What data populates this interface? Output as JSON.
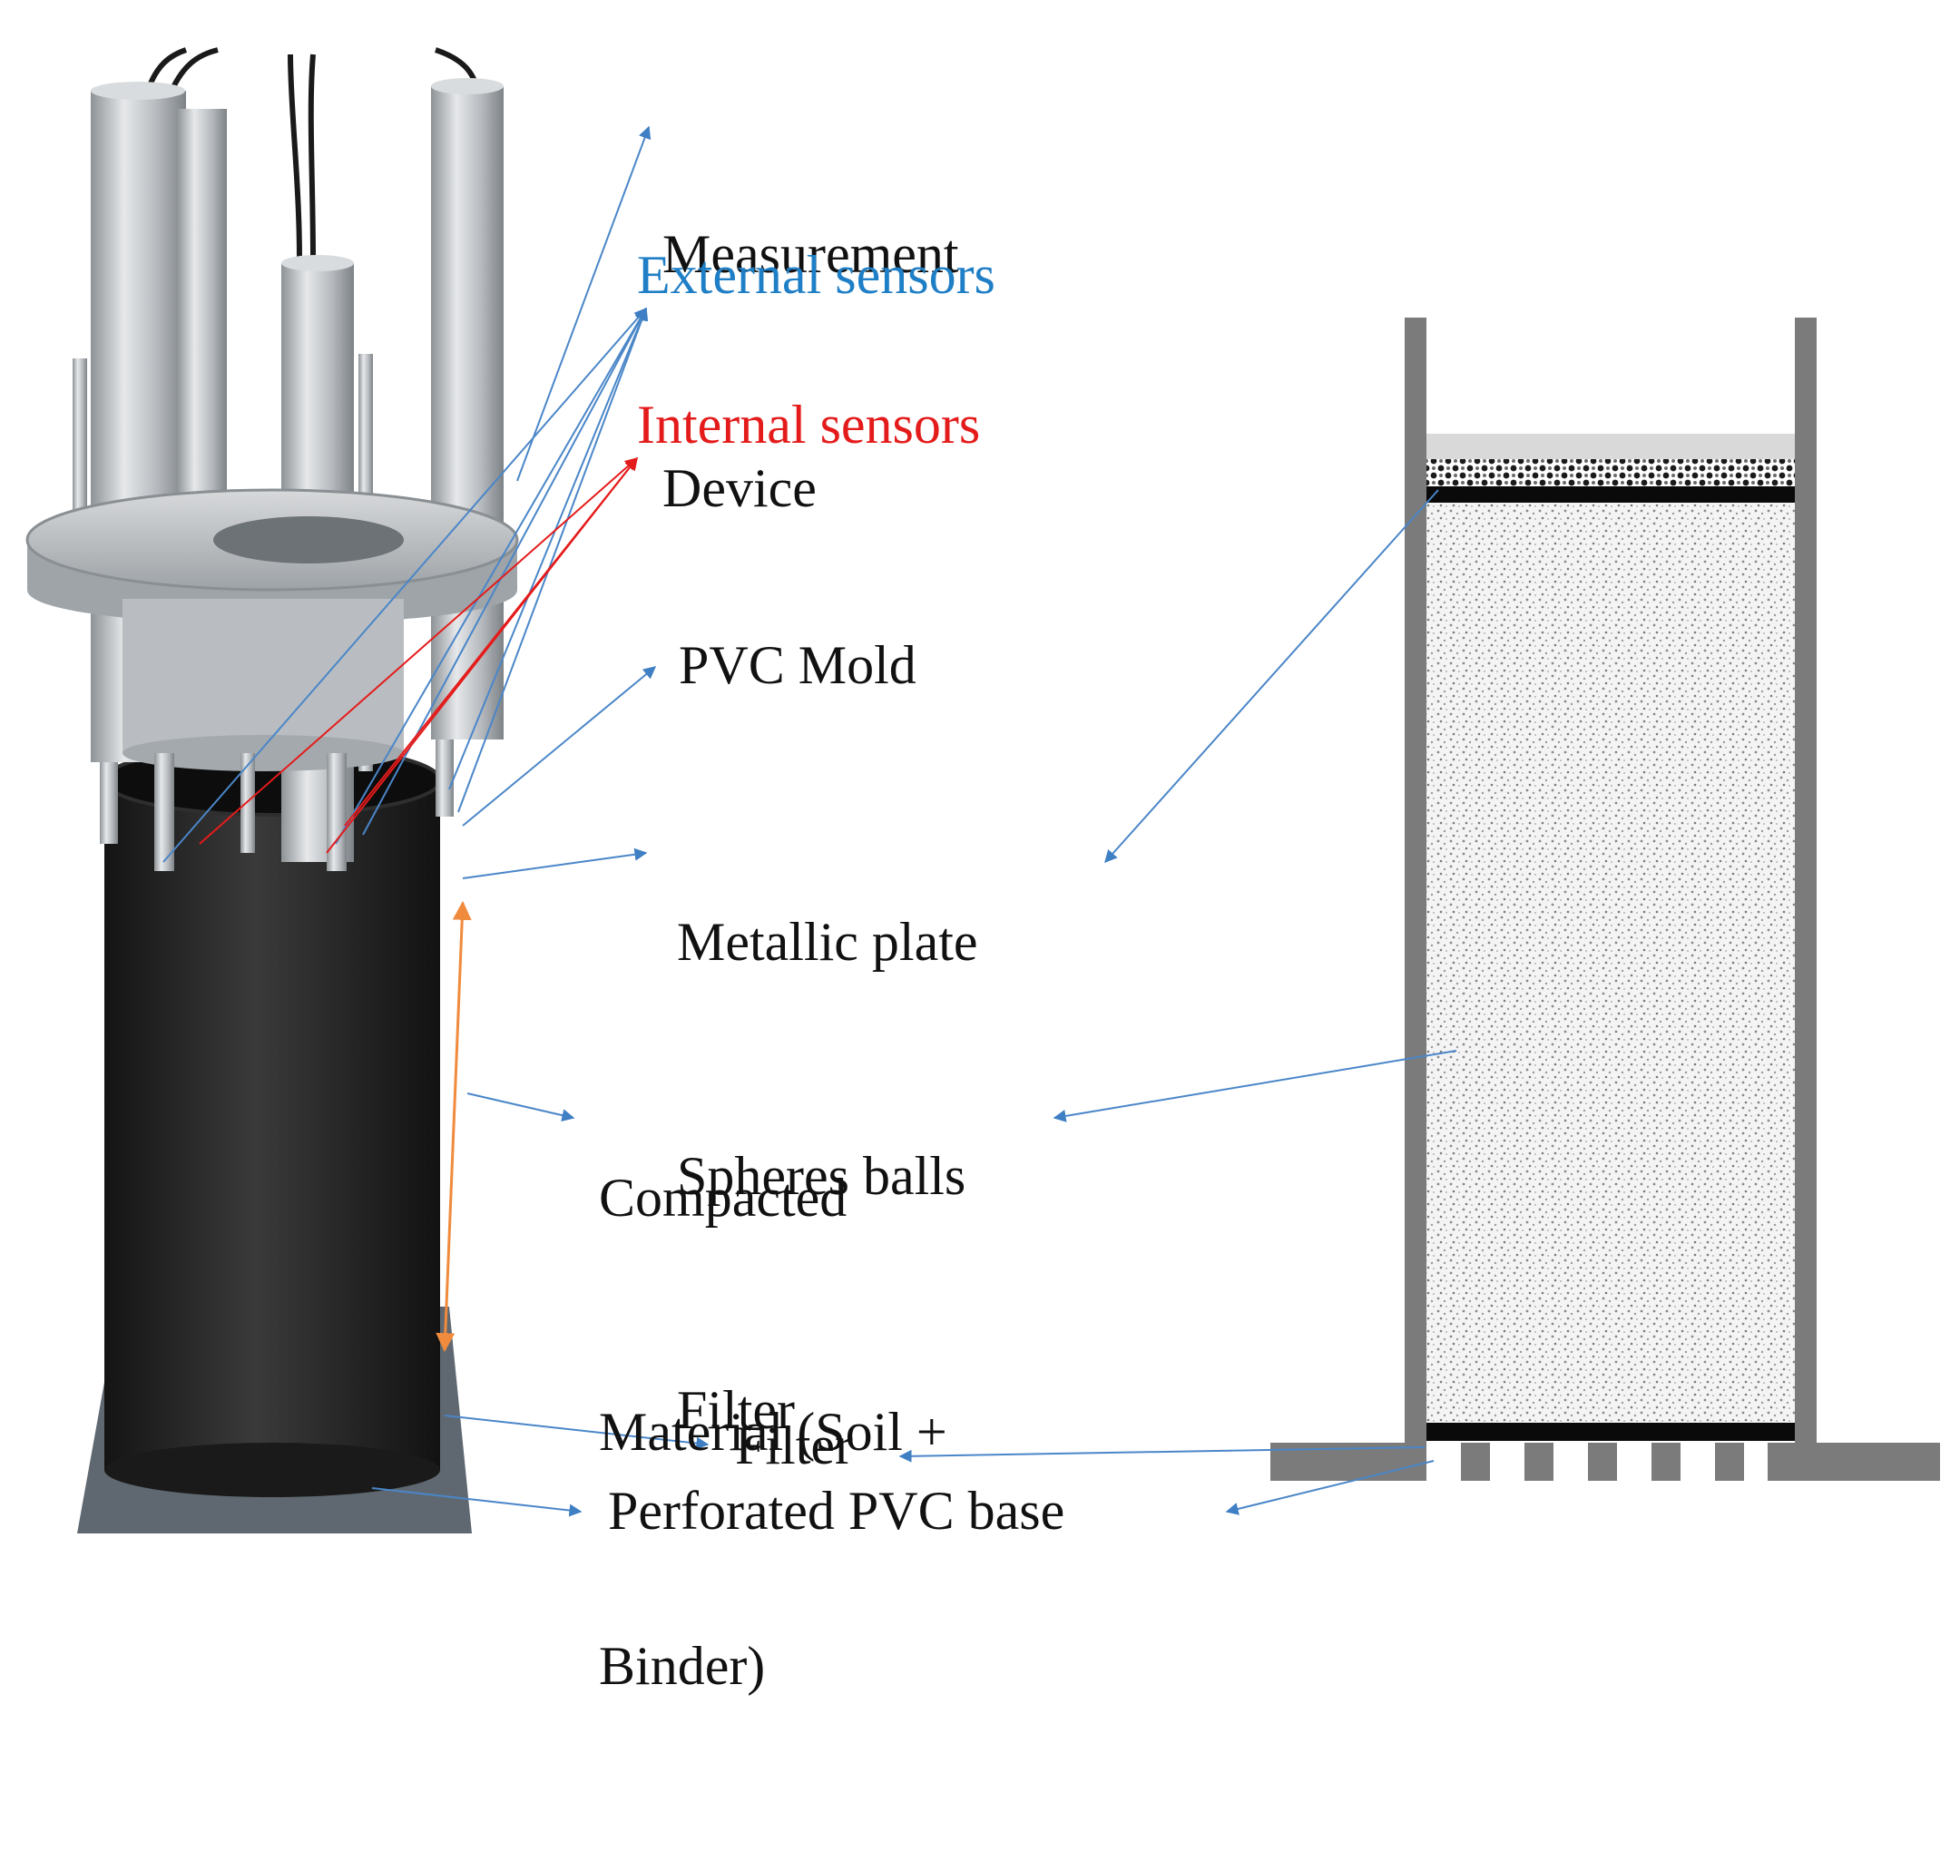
{
  "labels": {
    "measurement_device": [
      "Measurement",
      "Device"
    ],
    "external_sensors": "External sensors",
    "internal_sensors": "Internal sensors",
    "pvc_mold": "PVC Mold",
    "plate_group": [
      "Metallic plate",
      "Spheres balls",
      "Filter"
    ],
    "compacted_material": [
      "Compacted",
      "Material (Soil +",
      "Binder)"
    ],
    "filter_bottom": "Filter",
    "perforated_base": "Perforated PVC base"
  },
  "colors": {
    "text": "#111111",
    "external": "#1f7fc6",
    "internal": "#e41b1b",
    "leader_blue": "#4a86c8",
    "leader_orange": "#f08a3c",
    "wall_gray": "#7b7b7b",
    "cap_gray": "#d9d9d9",
    "filter_black": "#0a0a0a",
    "pipe_black": "#232323",
    "metal": "#b8bcc0",
    "base_plate": "#5f6870"
  }
}
